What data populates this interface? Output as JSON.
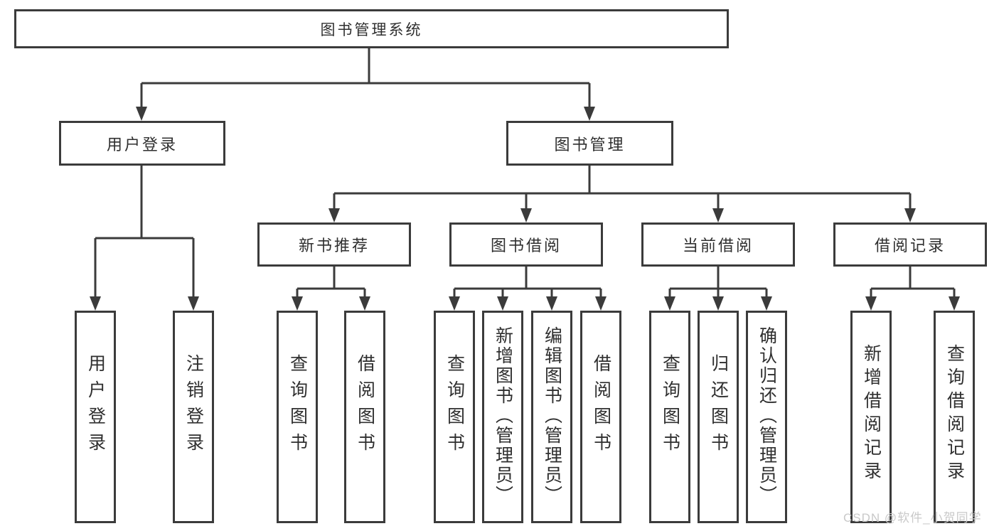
{
  "diagram": {
    "root": {
      "label": "图书管理系统"
    },
    "level2": [
      {
        "label": "用户登录"
      },
      {
        "label": "图书管理"
      }
    ],
    "level3": [
      {
        "label": "新书推荐"
      },
      {
        "label": "图书借阅"
      },
      {
        "label": "当前借阅"
      },
      {
        "label": "借阅记录"
      }
    ],
    "leaves": {
      "user_login": [
        "用户登录",
        "注销登录"
      ],
      "new_book_recommend": [
        "查询图书",
        "借阅图书"
      ],
      "book_borrowing": [
        "查询图书",
        "新增图书（管理员）",
        "编辑图书（管理员）",
        "借阅图书"
      ],
      "current_borrowing": [
        "查询图书",
        "归还图书",
        "确认归还（管理员）"
      ],
      "borrowing_records": [
        "新增借阅记录",
        "查询借阅记录"
      ]
    }
  },
  "watermark": {
    "text": "CSDN @软件_小贺同学"
  },
  "colors": {
    "line": "#3b3b3b",
    "text": "#2f2f2f",
    "watermark": "#c9c9c9",
    "background": "#ffffff"
  }
}
